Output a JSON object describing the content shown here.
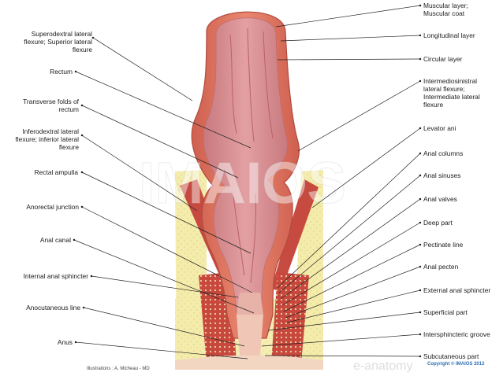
{
  "diagram": {
    "labels_left": [
      {
        "id": "superodextral",
        "text": "Superodextral lateral\nflexure; Superior lateral\nflexure"
      },
      {
        "id": "rectum",
        "text": "Rectum"
      },
      {
        "id": "transverse-folds",
        "text": "Transverse folds of\nrectum"
      },
      {
        "id": "inferodextral",
        "text": "Inferodextral lateral\nflexure; inferior lateral\nflexure"
      },
      {
        "id": "rectal-ampulla",
        "text": "Rectal ampulla"
      },
      {
        "id": "anorectal-junction",
        "text": "Anorectal junction"
      },
      {
        "id": "anal-canal",
        "text": "Anal canal"
      },
      {
        "id": "internal-anal-sphincter",
        "text": "Internal anal sphincter"
      },
      {
        "id": "anocutaneous-line",
        "text": "Anocutaneous line"
      },
      {
        "id": "anus",
        "text": "Anus"
      }
    ],
    "labels_right": [
      {
        "id": "muscular-layer",
        "text": "Muscular layer;\nMuscular coat"
      },
      {
        "id": "longitudinal-layer",
        "text": "Longitudinal layer"
      },
      {
        "id": "circular-layer",
        "text": "Circular layer"
      },
      {
        "id": "intermediosinistral",
        "text": "Intermediosinistral\nlateral flexure;\nIntermediate lateral\nflexure"
      },
      {
        "id": "levator-ani",
        "text": "Levator ani"
      },
      {
        "id": "anal-columns",
        "text": "Anal columns"
      },
      {
        "id": "anal-sinuses",
        "text": "Anal sinuses"
      },
      {
        "id": "anal-valves",
        "text": "Anal valves"
      },
      {
        "id": "deep-part",
        "text": "Deep part"
      },
      {
        "id": "pectinate-line",
        "text": "Pectinate line"
      },
      {
        "id": "anal-pecten",
        "text": "Anal pecten"
      },
      {
        "id": "external-anal-sphincter",
        "text": "External anal sphincter"
      },
      {
        "id": "superficial-part",
        "text": "Superficial part"
      },
      {
        "id": "intersphincteric-groove",
        "text": "Intersphincteric groove"
      },
      {
        "id": "subcutaneous-part",
        "text": "Subcutaneous part"
      }
    ],
    "watermark": "IMAIOS",
    "watermark_sub": "e-anatomy",
    "credit_left": "Illustrations : A. Micheau - MD",
    "credit_right": "Copyright © IMAIOS 2012",
    "colors": {
      "outer_wall": "#d96b5a",
      "lumen": "#d98b8e",
      "fat": "#f3eaa6",
      "muscle": "#c9483e",
      "label_text": "#1c1c1c",
      "leader_line": "#222222",
      "copyright": "#2f6fb0"
    }
  }
}
